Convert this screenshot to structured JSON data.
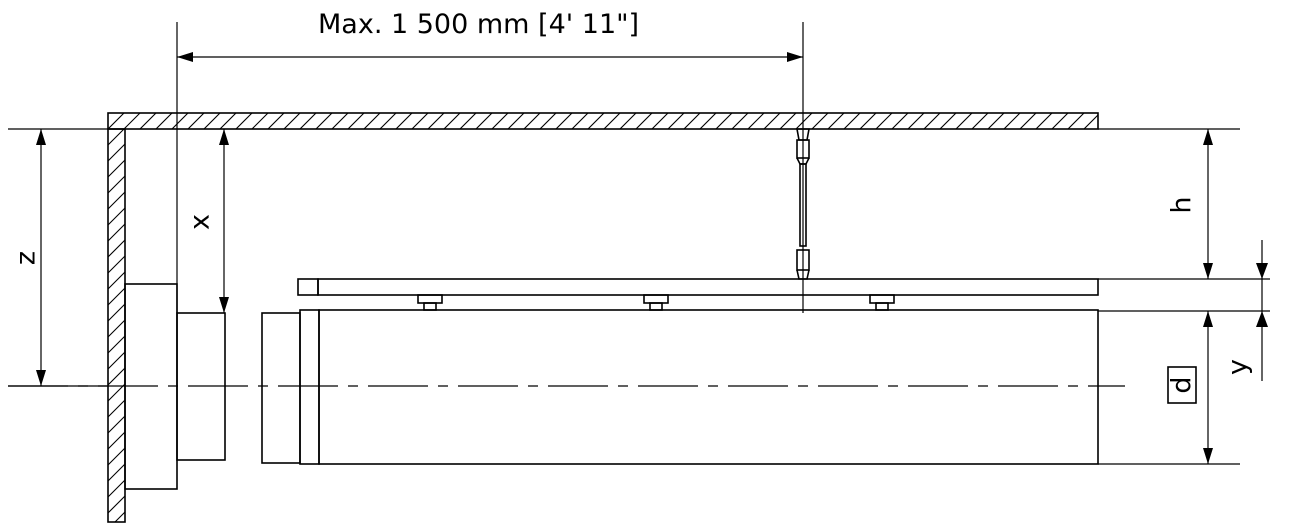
{
  "diagram": {
    "max_length_label": "Max. 1 500 mm  [4' 11\"]",
    "label_z": "z",
    "label_x": "x",
    "label_h": "h",
    "label_y": "y",
    "label_d": "d"
  }
}
